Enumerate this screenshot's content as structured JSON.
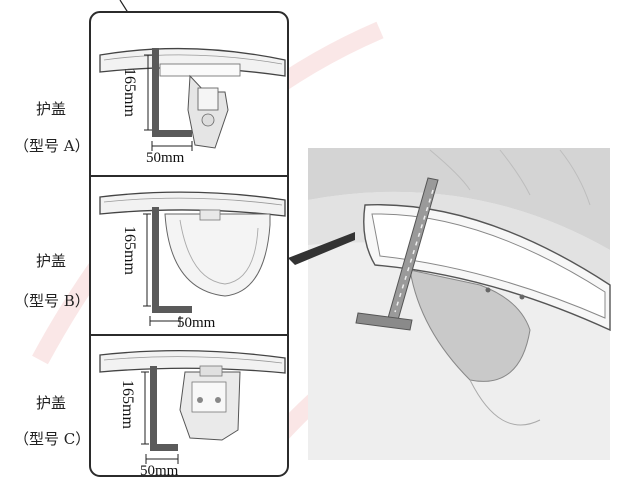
{
  "panels": [
    {
      "cover_label": "护盖",
      "model_label": "（型号 A）",
      "height_dim": "165mm",
      "width_dim": "50mm"
    },
    {
      "cover_label": "护盖",
      "model_label": "（型号 B）",
      "height_dim": "165mm",
      "width_dim": "50mm"
    },
    {
      "cover_label": "护盖",
      "model_label": "（型号 C）",
      "height_dim": "165mm",
      "width_dim": "50mm"
    }
  ],
  "colors": {
    "panel_border": "#2b2b2b",
    "line": "#333333",
    "mirror_fill": "#f2f2f2",
    "tool_fill": "#555555",
    "photo_bg": "#e6e6e6",
    "watermark": "#f3c9c9"
  }
}
